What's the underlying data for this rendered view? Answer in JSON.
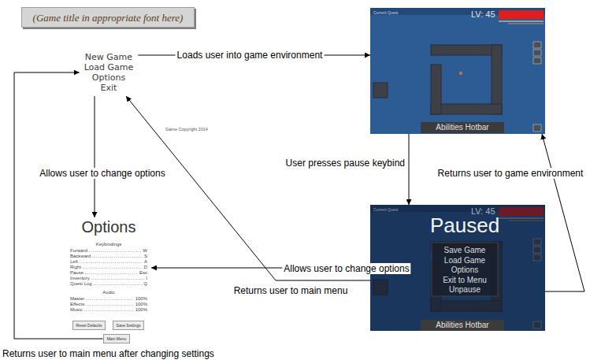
{
  "diagram": {
    "nodes": [
      {
        "text": [
          "(Game title in appropriate font here)"
        ]
      },
      {
        "text": [
          "New Game",
          "Load Game",
          "Options",
          "Exit"
        ]
      },
      {
        "text": [
          "Current Quest",
          "LV: 45"
        ]
      },
      {
        "text": [
          "Abilities Hotbar"
        ],
        "in": 2
      },
      {
        "text": [
          "Current Quest",
          "LV: 45",
          "Paused",
          "Save Game",
          "Load Game",
          "Options",
          "Exit to Menu",
          "Unpause"
        ]
      },
      {
        "text": [
          "Abilities Hotbar"
        ],
        "in": 4
      },
      {
        "text": [
          "Options",
          "Keybindings",
          "Forward",
          "W",
          "Backward",
          "S",
          "Left",
          "A",
          "Right",
          "D",
          "Pause",
          "Esc",
          "Inventory",
          "I",
          "Quest Log",
          "Q",
          "Audio",
          "Master",
          "100%",
          "Effects",
          "100%",
          "Music",
          "100%"
        ]
      },
      {
        "text": [
          "Reset Defaults"
        ],
        "in": 6
      },
      {
        "text": [
          "Save Settings"
        ],
        "in": 6
      },
      {
        "text": [
          "Main Menu"
        ],
        "in": 6
      }
    ],
    "edges": [
      {
        "from": 1,
        "to": 2,
        "arrow": "to",
        "label": "Loads user into game environment"
      },
      {
        "from": 1,
        "to": 6,
        "arrow": "to",
        "label": "Allows user to change options"
      },
      {
        "from": 2,
        "to": 4,
        "arrow": "to",
        "label": "User presses pause keybind"
      },
      {
        "from": 4,
        "to": 6,
        "arrow": "to",
        "label": "Allows user to change options"
      },
      {
        "from": 4,
        "to": 1,
        "arrow": "to",
        "label": "Returns user to main menu"
      },
      {
        "from": 4,
        "to": 2,
        "arrow": "to",
        "label": "Returns user to game environment"
      },
      {
        "from": 9,
        "to": 1,
        "arrow": "to",
        "label": "Returns user to main menu after changing settings"
      }
    ],
    "labels": [
      "Game Copyright 2014"
    ]
  }
}
